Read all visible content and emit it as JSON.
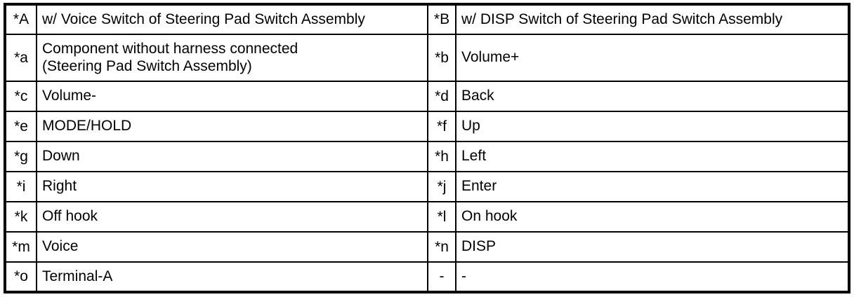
{
  "colors": {
    "border": "#000000",
    "background": "#ffffff",
    "text": "#000000"
  },
  "legend_table": {
    "rows": [
      [
        "*A",
        "w/ Voice Switch of Steering Pad Switch Assembly",
        "*B",
        "w/ DISP Switch of Steering Pad Switch Assembly"
      ],
      [
        "*a",
        "Component without harness connected\n(Steering Pad Switch Assembly)",
        "*b",
        "Volume+"
      ],
      [
        "*c",
        "Volume-",
        "*d",
        "Back"
      ],
      [
        "*e",
        "MODE/HOLD",
        "*f",
        "Up"
      ],
      [
        "*g",
        "Down",
        "*h",
        "Left"
      ],
      [
        "*i",
        "Right",
        "*j",
        "Enter"
      ],
      [
        "*k",
        "Off hook",
        "*l",
        "On hook"
      ],
      [
        "*m",
        "Voice",
        "*n",
        "DISP"
      ],
      [
        "*o",
        "Terminal-A",
        "-",
        "-"
      ]
    ]
  }
}
